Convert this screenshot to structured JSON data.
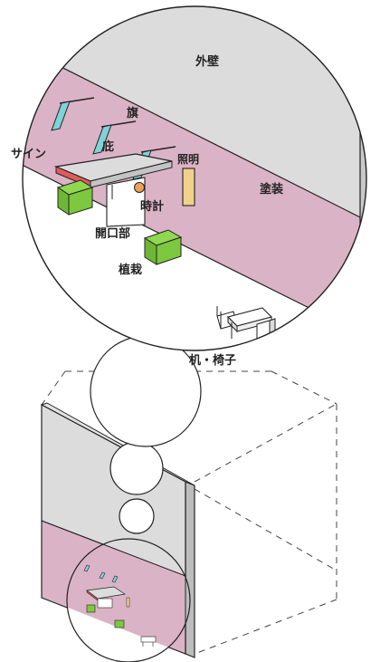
{
  "labels": {
    "exterior_wall": "外壁",
    "flag": "旗",
    "sign": "サイン",
    "eave": "庇",
    "lighting": "照明",
    "paint": "塗装",
    "clock": "時計",
    "opening": "開口部",
    "planting": "植栽",
    "furniture": "机・椅子"
  },
  "colors": {
    "wall_gray": "#dcdcdc",
    "paint_pink": "#dbb3c6",
    "sign_teal": "#7fd3d8",
    "eave_red": "#e25b5b",
    "planter_green": "#7cc83f",
    "lamp_yellow": "#f1d28b",
    "clock_orange": "#f0a050"
  }
}
